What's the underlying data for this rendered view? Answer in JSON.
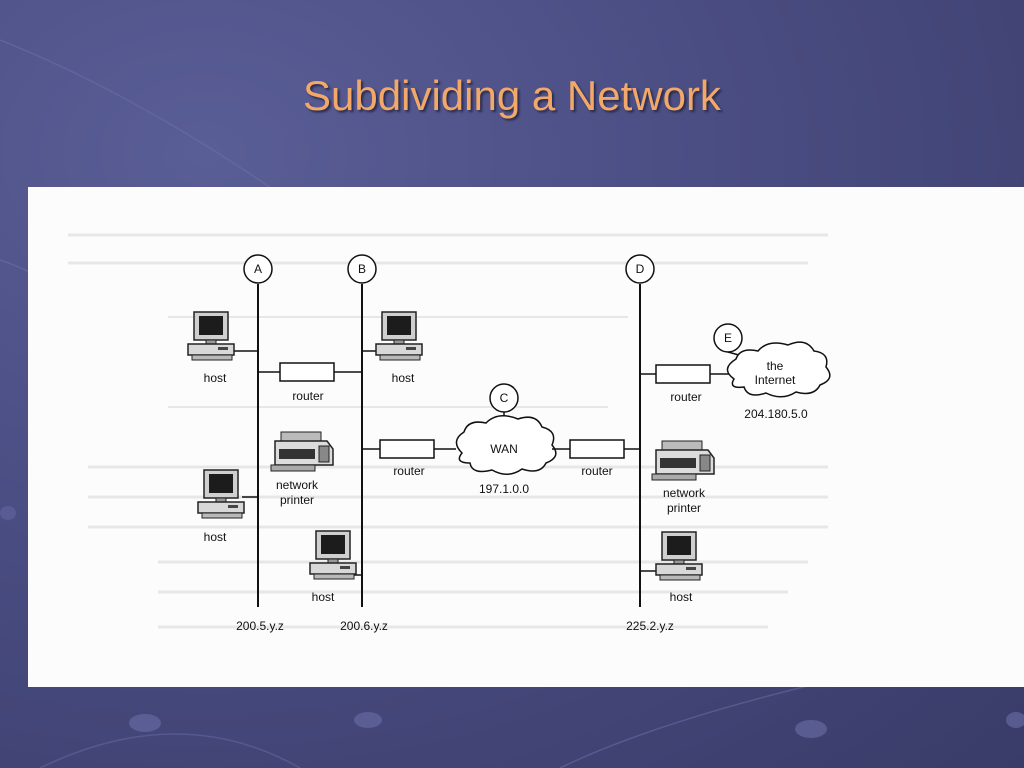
{
  "slide": {
    "title": "Subdividing a Network"
  },
  "diagram": {
    "networks": [
      {
        "label": "A",
        "address": "200.5.y.z"
      },
      {
        "label": "B",
        "address": "200.6.y.z"
      },
      {
        "label": "D",
        "address": "225.2.y.z"
      }
    ],
    "clouds": [
      {
        "label": "C",
        "name": "WAN",
        "address": "197.1.0.0"
      },
      {
        "label": "E",
        "name_line1": "the",
        "name_line2": "Internet",
        "address": "204.180.5.0"
      }
    ],
    "device_labels": {
      "host": "host",
      "router": "router",
      "printer_line1": "network",
      "printer_line2": "printer"
    }
  }
}
